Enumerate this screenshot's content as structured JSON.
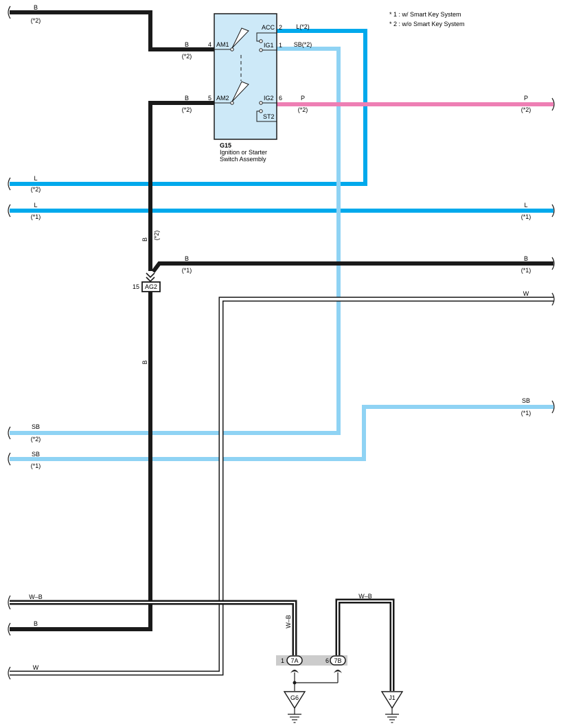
{
  "notes": [
    "* 1 : w/ Smart Key System",
    "* 2 : w/o Smart Key System"
  ],
  "colors": {
    "B": "#1a1a1a",
    "L": "#00a9ec",
    "SB": "#8fd3f4",
    "P": "#ee7fb4",
    "W": "#ffffff",
    "W_B": "#1a1a1a",
    "switch_fill": "#cde9f8",
    "connector_band": "#cccccc"
  },
  "switch": {
    "code": "G15",
    "name_line1": "Ignition or Starter",
    "name_line2": "Switch Assembly",
    "terminals": {
      "am1": "AM1",
      "am2": "AM2",
      "acc": "ACC",
      "ig1": "IG1",
      "ig2": "IG2",
      "st2": "ST2"
    },
    "pins": {
      "am1": "4",
      "am2": "5",
      "acc": "2",
      "ig1": "1",
      "ig2": "6"
    }
  },
  "wire_labels": {
    "b_top": "B",
    "b_top_note": "(*2)",
    "b_am1": "B",
    "b_am1_note": "(*2)",
    "b_am2": "B",
    "b_am2_note": "(*2)",
    "acc_out": "L(*2)",
    "ig1_out": "SB(*2)",
    "ig2_out": "P",
    "ig2_out_note": "(*2)",
    "p_right": "P",
    "p_right_note": "(*2)",
    "l_left1": "L",
    "l_left1_note": "(*2)",
    "l_left2": "L",
    "l_left2_note": "(*1)",
    "l_right": "L",
    "l_right_note": "(*1)",
    "b_vert": "B",
    "b_vert_note": "(*2)",
    "b_mid": "B",
    "b_mid_note": "(*1)",
    "b_mid_right": "B",
    "b_mid_right_note": "(*1)",
    "w_right": "W",
    "b_vert_low": "B",
    "sb_right": "SB",
    "sb_right_note": "(*1)",
    "sb_left1": "SB",
    "sb_left1_note": "(*2)",
    "sb_left2": "SB",
    "sb_left2_note": "(*1)",
    "wb_left": "W–B",
    "b_bottom": "B",
    "w_bottom": "W",
    "wb_vert": "W–B",
    "wb_right": "W–B"
  },
  "connectors": {
    "ag2": "AG2",
    "ag2_pin": "15",
    "c7a": "7A",
    "c7a_pin": "1",
    "c7b": "7B",
    "c7b_pin": "6"
  },
  "grounds": {
    "g6": "G6",
    "j1": "J1"
  }
}
